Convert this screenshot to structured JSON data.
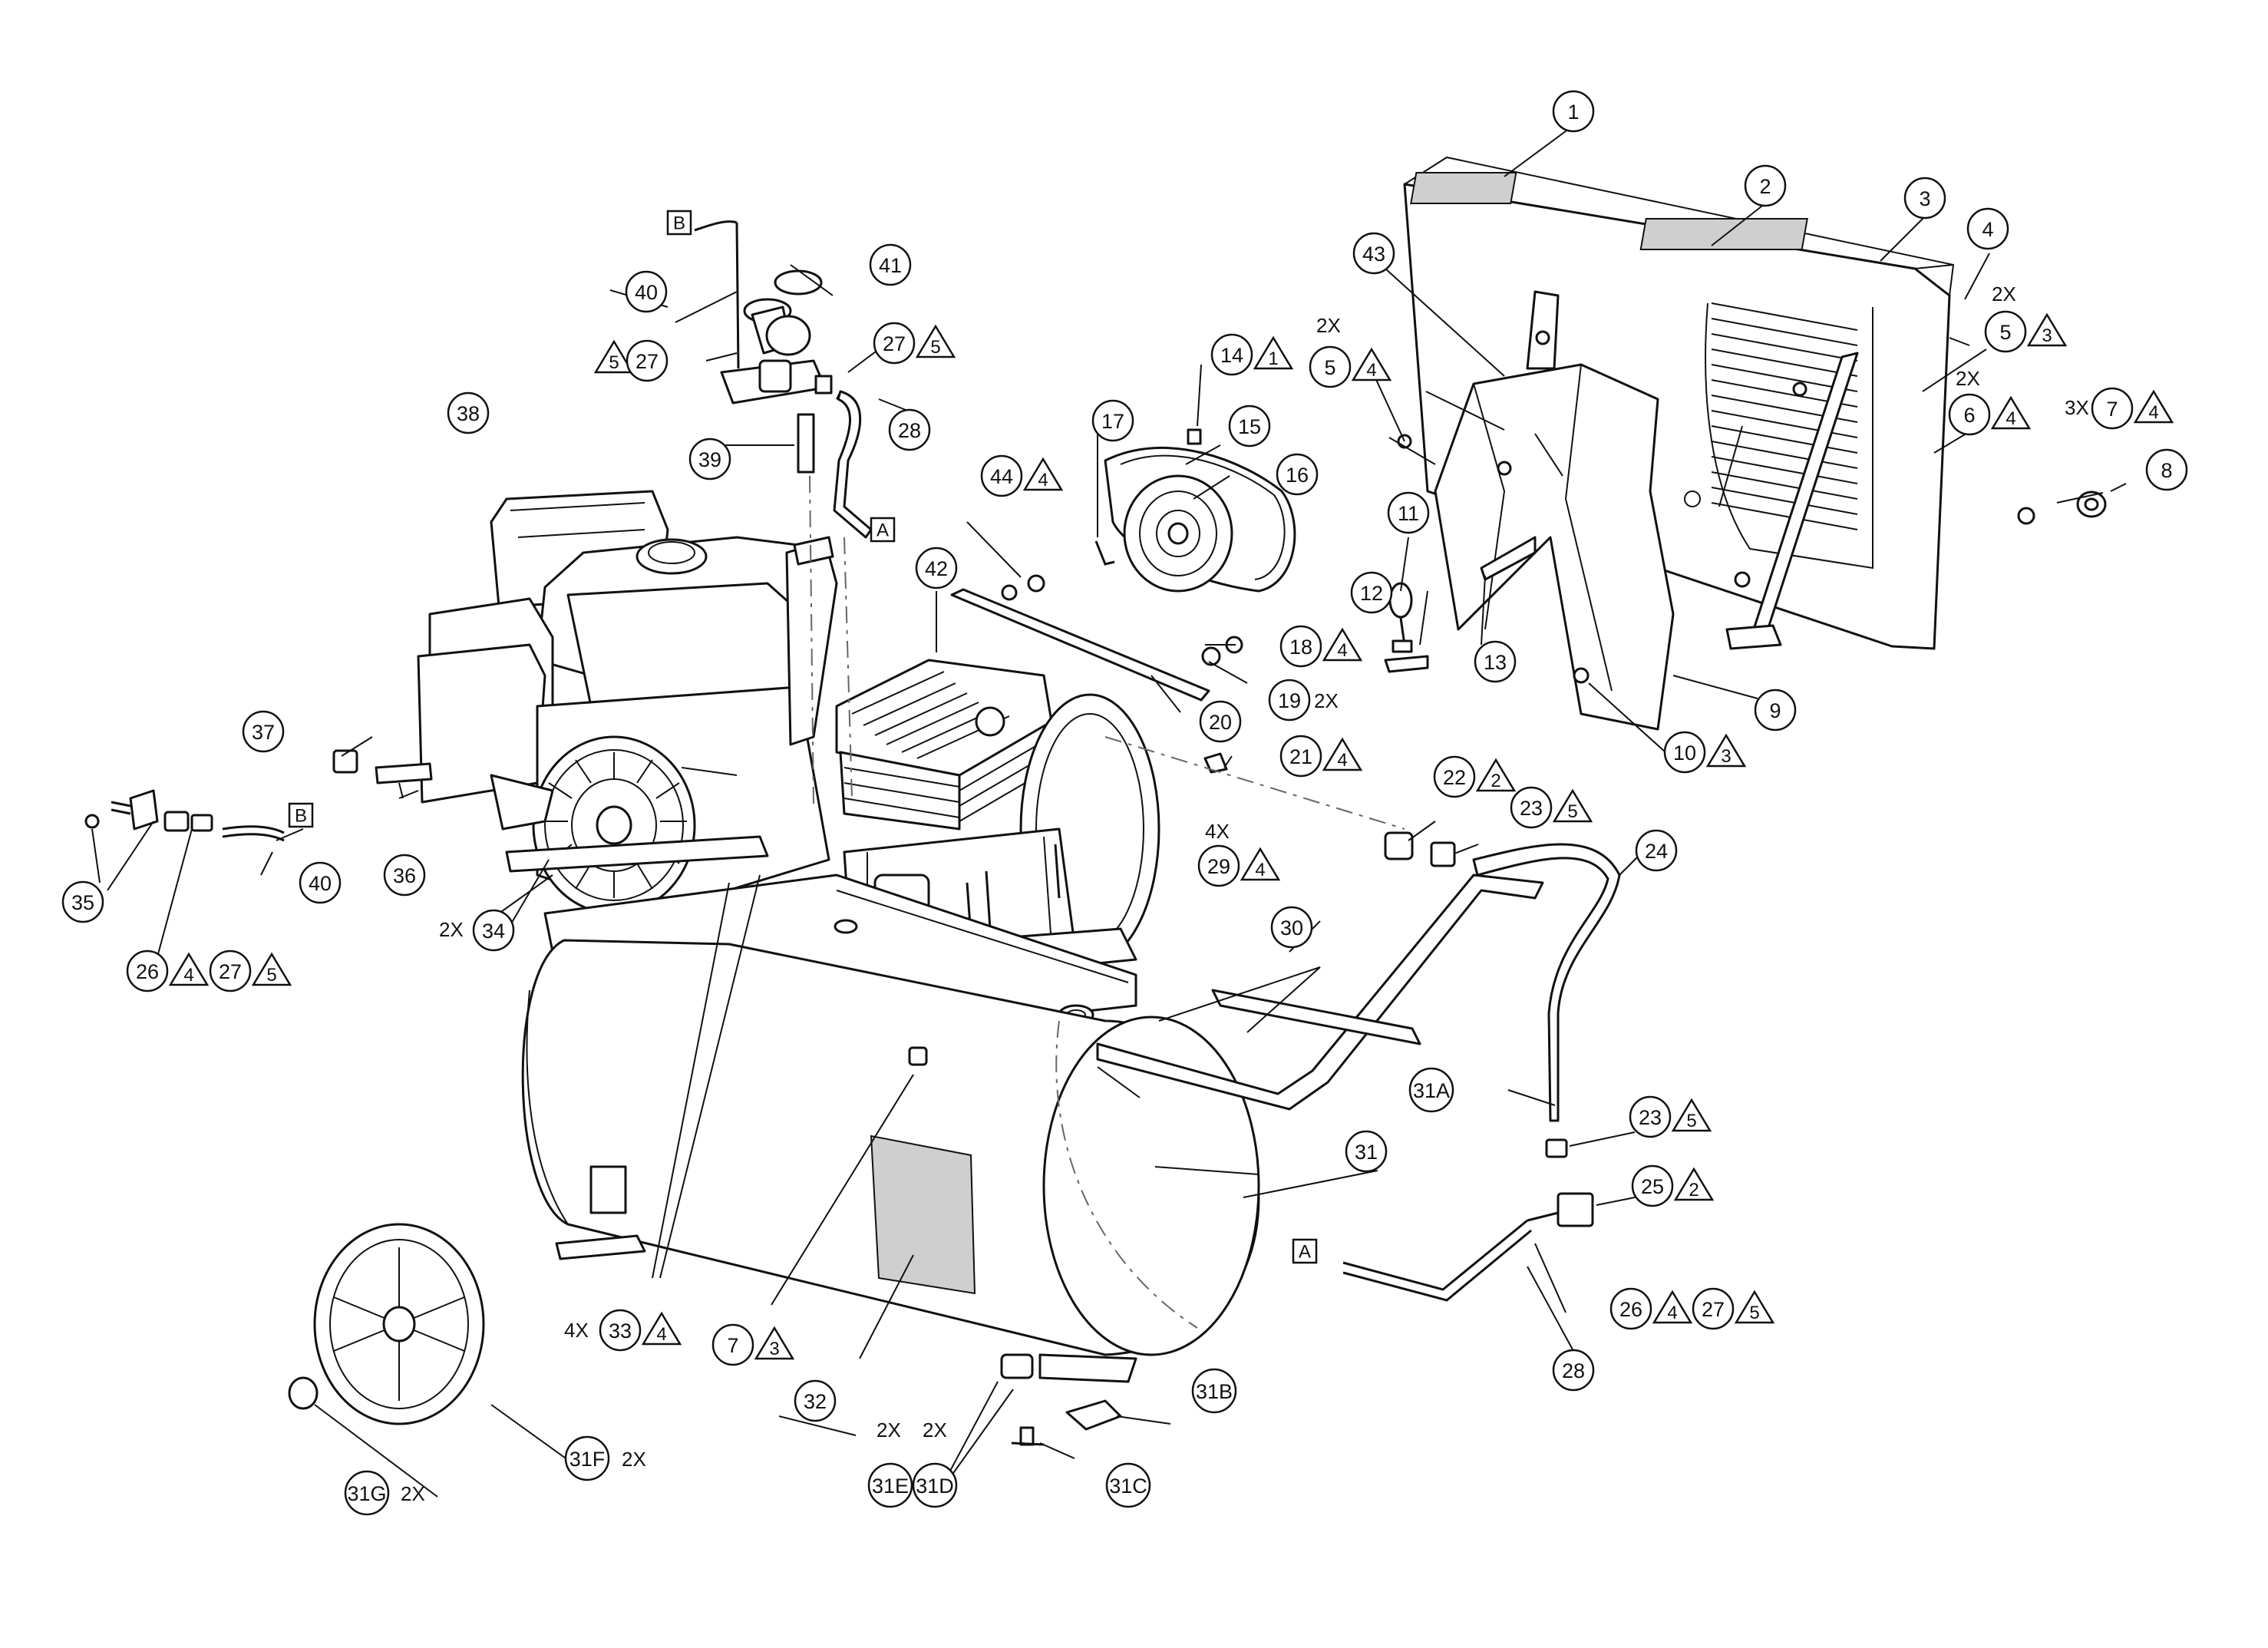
{
  "drawing": {
    "sheet": "air compressor exploded parts view",
    "callouts": [
      {
        "id": "c1",
        "label": "1"
      },
      {
        "id": "c2",
        "label": "2"
      },
      {
        "id": "c3",
        "label": "3"
      },
      {
        "id": "c4",
        "label": "4"
      },
      {
        "id": "c5a",
        "label": "5",
        "qty": "2X",
        "notes": [
          "4"
        ]
      },
      {
        "id": "c5b",
        "label": "5",
        "qty": "2X",
        "notes": [
          "3"
        ]
      },
      {
        "id": "c6",
        "label": "6",
        "qty": "2X",
        "notes": [
          "4"
        ]
      },
      {
        "id": "c7a",
        "label": "7",
        "qty": "3X",
        "notes": [
          "4"
        ]
      },
      {
        "id": "c7b",
        "label": "7",
        "notes": [
          "3"
        ]
      },
      {
        "id": "c8",
        "label": "8"
      },
      {
        "id": "c9",
        "label": "9"
      },
      {
        "id": "c10",
        "label": "10",
        "notes": [
          "3"
        ]
      },
      {
        "id": "c11",
        "label": "11"
      },
      {
        "id": "c12",
        "label": "12"
      },
      {
        "id": "c13",
        "label": "13"
      },
      {
        "id": "c14",
        "label": "14",
        "notes": [
          "1"
        ]
      },
      {
        "id": "c15",
        "label": "15"
      },
      {
        "id": "c16",
        "label": "16"
      },
      {
        "id": "c17",
        "label": "17"
      },
      {
        "id": "c18",
        "label": "18",
        "notes": [
          "4"
        ]
      },
      {
        "id": "c19",
        "label": "19",
        "qty": "2X"
      },
      {
        "id": "c20",
        "label": "20"
      },
      {
        "id": "c21",
        "label": "21",
        "notes": [
          "4"
        ]
      },
      {
        "id": "c22",
        "label": "22",
        "notes": [
          "2"
        ]
      },
      {
        "id": "c23a",
        "label": "23",
        "notes": [
          "5"
        ]
      },
      {
        "id": "c23b",
        "label": "23",
        "notes": [
          "5"
        ]
      },
      {
        "id": "c24",
        "label": "24"
      },
      {
        "id": "c25",
        "label": "25",
        "notes": [
          "2"
        ]
      },
      {
        "id": "c26a",
        "label": "26",
        "notes": [
          "4"
        ],
        "extra": "27",
        "extra_notes": [
          "5"
        ]
      },
      {
        "id": "c26b",
        "label": "26",
        "notes": [
          "4"
        ],
        "extra": "27",
        "extra_notes": [
          "5"
        ]
      },
      {
        "id": "c27a",
        "label": "27",
        "prefix_notes": [
          "5"
        ]
      },
      {
        "id": "c27b",
        "label": "27",
        "notes": [
          "5"
        ]
      },
      {
        "id": "c28a",
        "label": "28"
      },
      {
        "id": "c28b",
        "label": "28"
      },
      {
        "id": "c29",
        "label": "29",
        "qty": "4X",
        "notes": [
          "4"
        ]
      },
      {
        "id": "c30",
        "label": "30"
      },
      {
        "id": "c31",
        "label": "31"
      },
      {
        "id": "c31A",
        "label": "31A"
      },
      {
        "id": "c31B",
        "label": "31B"
      },
      {
        "id": "c31C",
        "label": "31C"
      },
      {
        "id": "c31D",
        "label": "31D",
        "qty": "2X"
      },
      {
        "id": "c31E",
        "label": "31E",
        "qty": "2X"
      },
      {
        "id": "c31F",
        "label": "31F",
        "qty": "2X"
      },
      {
        "id": "c31G",
        "label": "31G",
        "qty": "2X"
      },
      {
        "id": "c32",
        "label": "32"
      },
      {
        "id": "c33",
        "label": "33",
        "qty": "4X",
        "notes": [
          "4"
        ]
      },
      {
        "id": "c34",
        "label": "34",
        "qty": "2X"
      },
      {
        "id": "c35",
        "label": "35"
      },
      {
        "id": "c36",
        "label": "36"
      },
      {
        "id": "c37",
        "label": "37"
      },
      {
        "id": "c38",
        "label": "38"
      },
      {
        "id": "c39",
        "label": "39"
      },
      {
        "id": "c40a",
        "label": "40"
      },
      {
        "id": "c40b",
        "label": "40"
      },
      {
        "id": "c41",
        "label": "41"
      },
      {
        "id": "c42",
        "label": "42"
      },
      {
        "id": "c43",
        "label": "43"
      },
      {
        "id": "c44",
        "label": "44",
        "notes": [
          "4"
        ]
      }
    ],
    "connection_labels": [
      {
        "id": "boxB1",
        "label": "B"
      },
      {
        "id": "boxA1",
        "label": "A"
      },
      {
        "id": "boxB2",
        "label": "B"
      },
      {
        "id": "boxA2",
        "label": "A"
      }
    ]
  }
}
